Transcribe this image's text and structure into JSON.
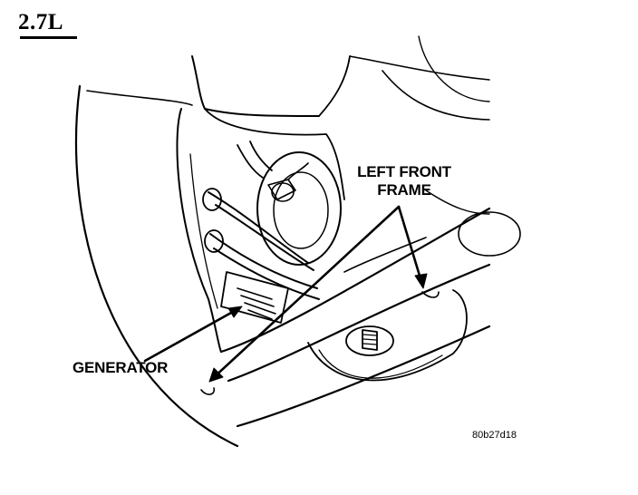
{
  "heading": "2.7L",
  "callouts": {
    "left_front_frame_line1": "LEFT FRONT",
    "left_front_frame_line2": "FRAME",
    "generator": "GENERATOR"
  },
  "figure_id": "80b27d18",
  "colors": {
    "ink": "#000000",
    "paper": "#ffffff"
  }
}
